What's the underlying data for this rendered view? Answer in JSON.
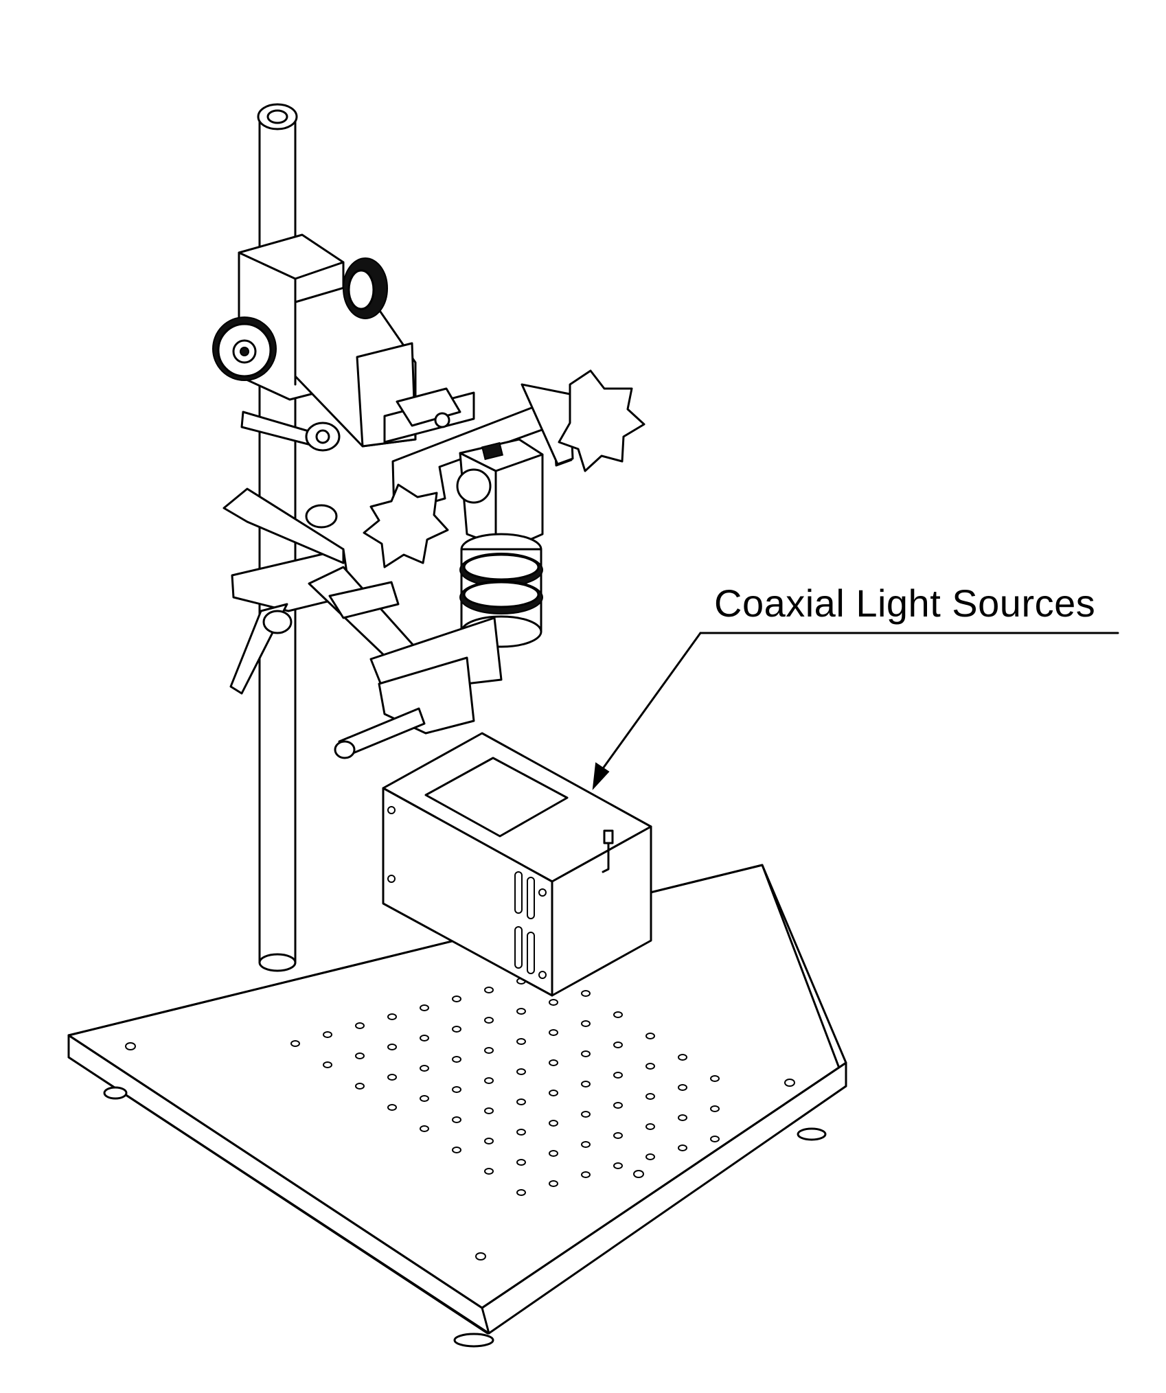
{
  "callout": {
    "label": "Coaxial Light Sources"
  },
  "icons": {
    "stand": "microscope-stand-drawing",
    "light": "coaxial-light-box",
    "camera": "camera-with-lens"
  }
}
